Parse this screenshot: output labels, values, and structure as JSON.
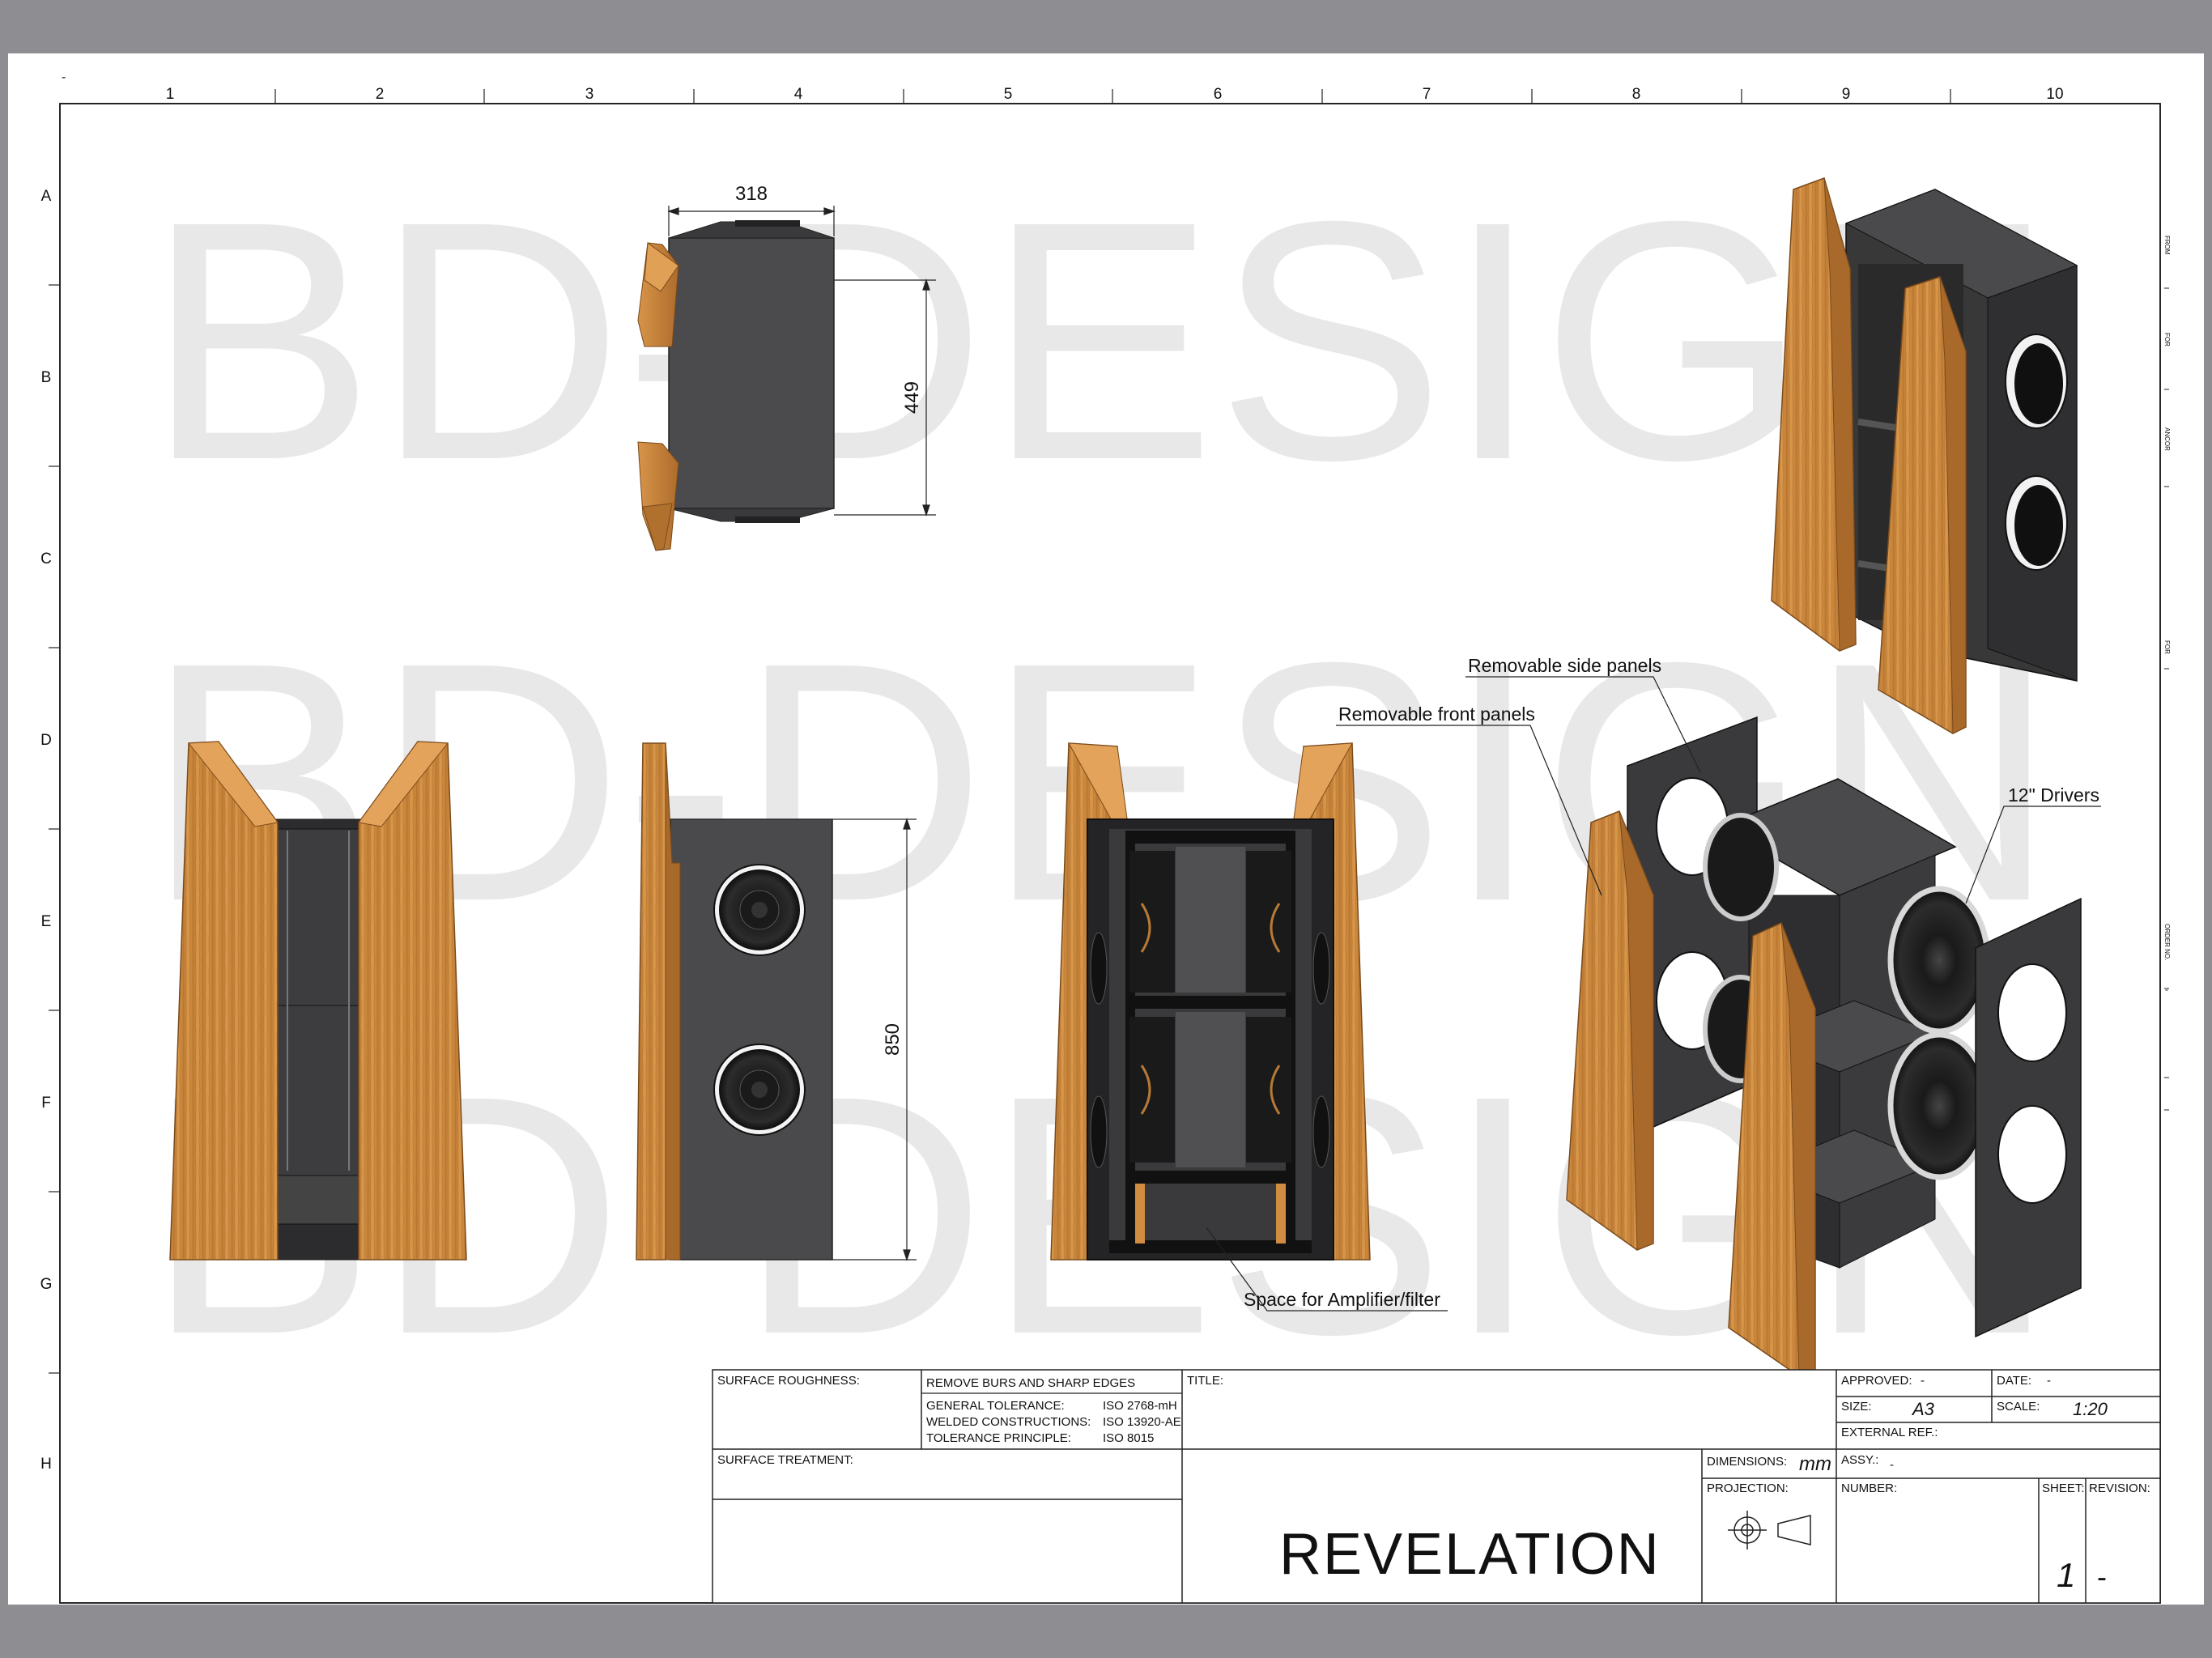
{
  "watermark": "BD-DESIGN",
  "grid": {
    "columns": [
      "1",
      "2",
      "3",
      "4",
      "5",
      "6",
      "7",
      "8",
      "9",
      "10"
    ],
    "rows": [
      "A",
      "B",
      "C",
      "D",
      "E",
      "F",
      "G",
      "H"
    ],
    "top_left_mark": "-",
    "right_margin_labels": [
      "FROM",
      "FOR",
      "ANCOR",
      "FOR",
      "ORDER NO.",
      "-"
    ]
  },
  "dimensions": {
    "width": "318",
    "depth": "449",
    "height": "850"
  },
  "callouts": {
    "side_panels": "Removable side panels",
    "front_panels": "Removable front panels",
    "drivers": "12\" Drivers",
    "amp_space": "Space for Amplifier/filter"
  },
  "title_block": {
    "surface_roughness_label": "SURFACE ROUGHNESS:",
    "remove_burs": "REMOVE BURS AND SHARP EDGES",
    "general_tolerance_label": "GENERAL TOLERANCE:",
    "general_tolerance_value": "ISO 2768-mH",
    "welded_label": "WELDED CONSTRUCTIONS:",
    "welded_value": "ISO 13920-AE",
    "principle_label": "TOLERANCE PRINCIPLE:",
    "principle_value": "ISO 8015",
    "surface_treatment_label": "SURFACE TREATMENT:",
    "title_label": "TITLE:",
    "title_value": "REVELATION",
    "approved_label": "APPROVED:",
    "approved_value": "-",
    "date_label": "DATE:",
    "date_value": "-",
    "size_label": "SIZE:",
    "size_value": "A3",
    "scale_label": "SCALE:",
    "scale_value": "1:20",
    "external_ref_label": "EXTERNAL REF.:",
    "dimensions_label": "DIMENSIONS:",
    "dimensions_value": "mm",
    "assy_label": "ASSY.:",
    "assy_value": "-",
    "projection_label": "PROJECTION:",
    "number_label": "NUMBER:",
    "sheet_label": "SHEET:",
    "sheet_value": "1",
    "revision_label": "REVISION:",
    "revision_value": "-"
  },
  "colors": {
    "wood": "#cf8a3c",
    "wood_dark": "#a9692a",
    "cabinet": "#4a4a4c",
    "cabinet_dark": "#2b2b2d",
    "frame": "#1e1e1e",
    "sheet_bg": "#8e8d92"
  }
}
